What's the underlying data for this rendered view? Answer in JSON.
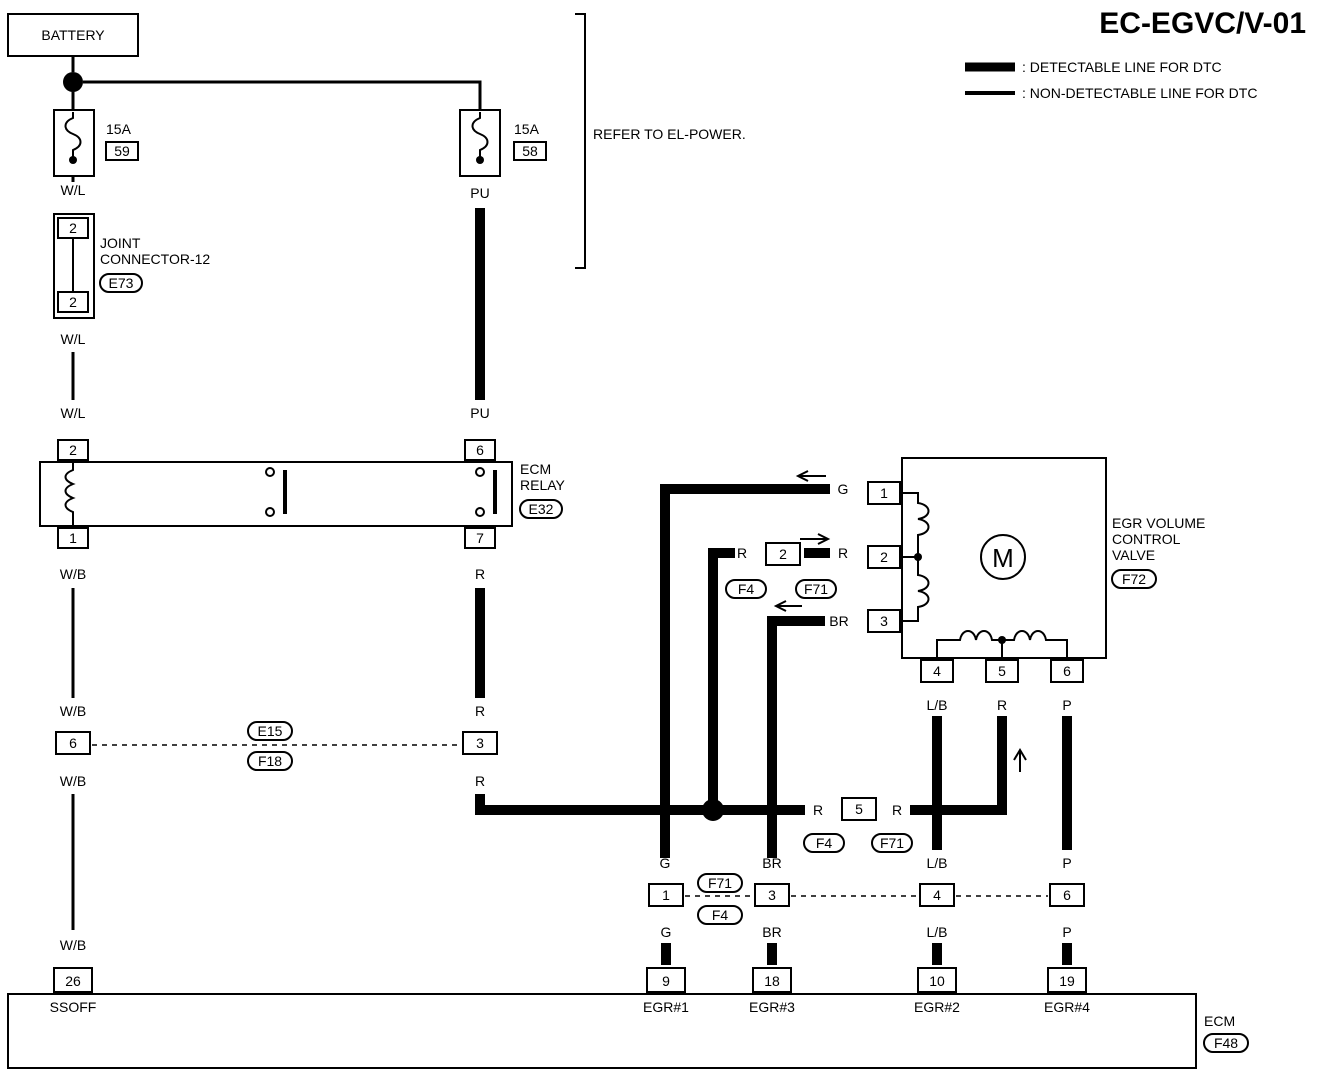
{
  "title": "EC-EGVC/V-01",
  "legend": {
    "detectable": ": DETECTABLE LINE FOR DTC",
    "non_detectable": ": NON-DETECTABLE LINE FOR DTC"
  },
  "battery": "BATTERY",
  "refer": "REFER TO EL-POWER.",
  "fuse_left": {
    "rating": "15A",
    "number": "59"
  },
  "fuse_right": {
    "rating": "15A",
    "number": "58"
  },
  "joint": {
    "name1": "JOINT",
    "name2": "CONNECTOR-12",
    "connector": "E73",
    "pin_top": "2",
    "pin_bottom": "2"
  },
  "relay": {
    "name1": "ECM",
    "name2": "RELAY",
    "connector": "E32",
    "pin_tl": "2",
    "pin_bl": "1",
    "pin_tr": "6",
    "pin_br": "7"
  },
  "valve": {
    "name1": "EGR VOLUME",
    "name2": "CONTROL",
    "name3": "VALVE",
    "connector": "F72",
    "motor": "M",
    "pins": [
      "1",
      "2",
      "3",
      "4",
      "5",
      "6"
    ]
  },
  "ecm": {
    "name": "ECM",
    "connector": "F48",
    "pins": [
      "26",
      "9",
      "18",
      "10",
      "19"
    ],
    "terminals": [
      "SSOFF",
      "EGR#1",
      "EGR#3",
      "EGR#2",
      "EGR#4"
    ]
  },
  "conn_e15": {
    "a": "E15",
    "b": "F18",
    "pin_left": "6",
    "pin_right": "3"
  },
  "conn_f4_top": {
    "a": "F4",
    "b": "F71",
    "pin": "2"
  },
  "conn_f4_mid": {
    "a": "F4",
    "b": "F71",
    "pin": "5"
  },
  "conn_f71_bottom": {
    "a": "F71",
    "b": "F4",
    "pins": [
      "1",
      "3",
      "4",
      "6"
    ]
  },
  "wires": {
    "wl": "W/L",
    "pu": "PU",
    "wb": "W/B",
    "r": "R",
    "g": "G",
    "br": "BR",
    "lb": "L/B",
    "p": "P"
  }
}
